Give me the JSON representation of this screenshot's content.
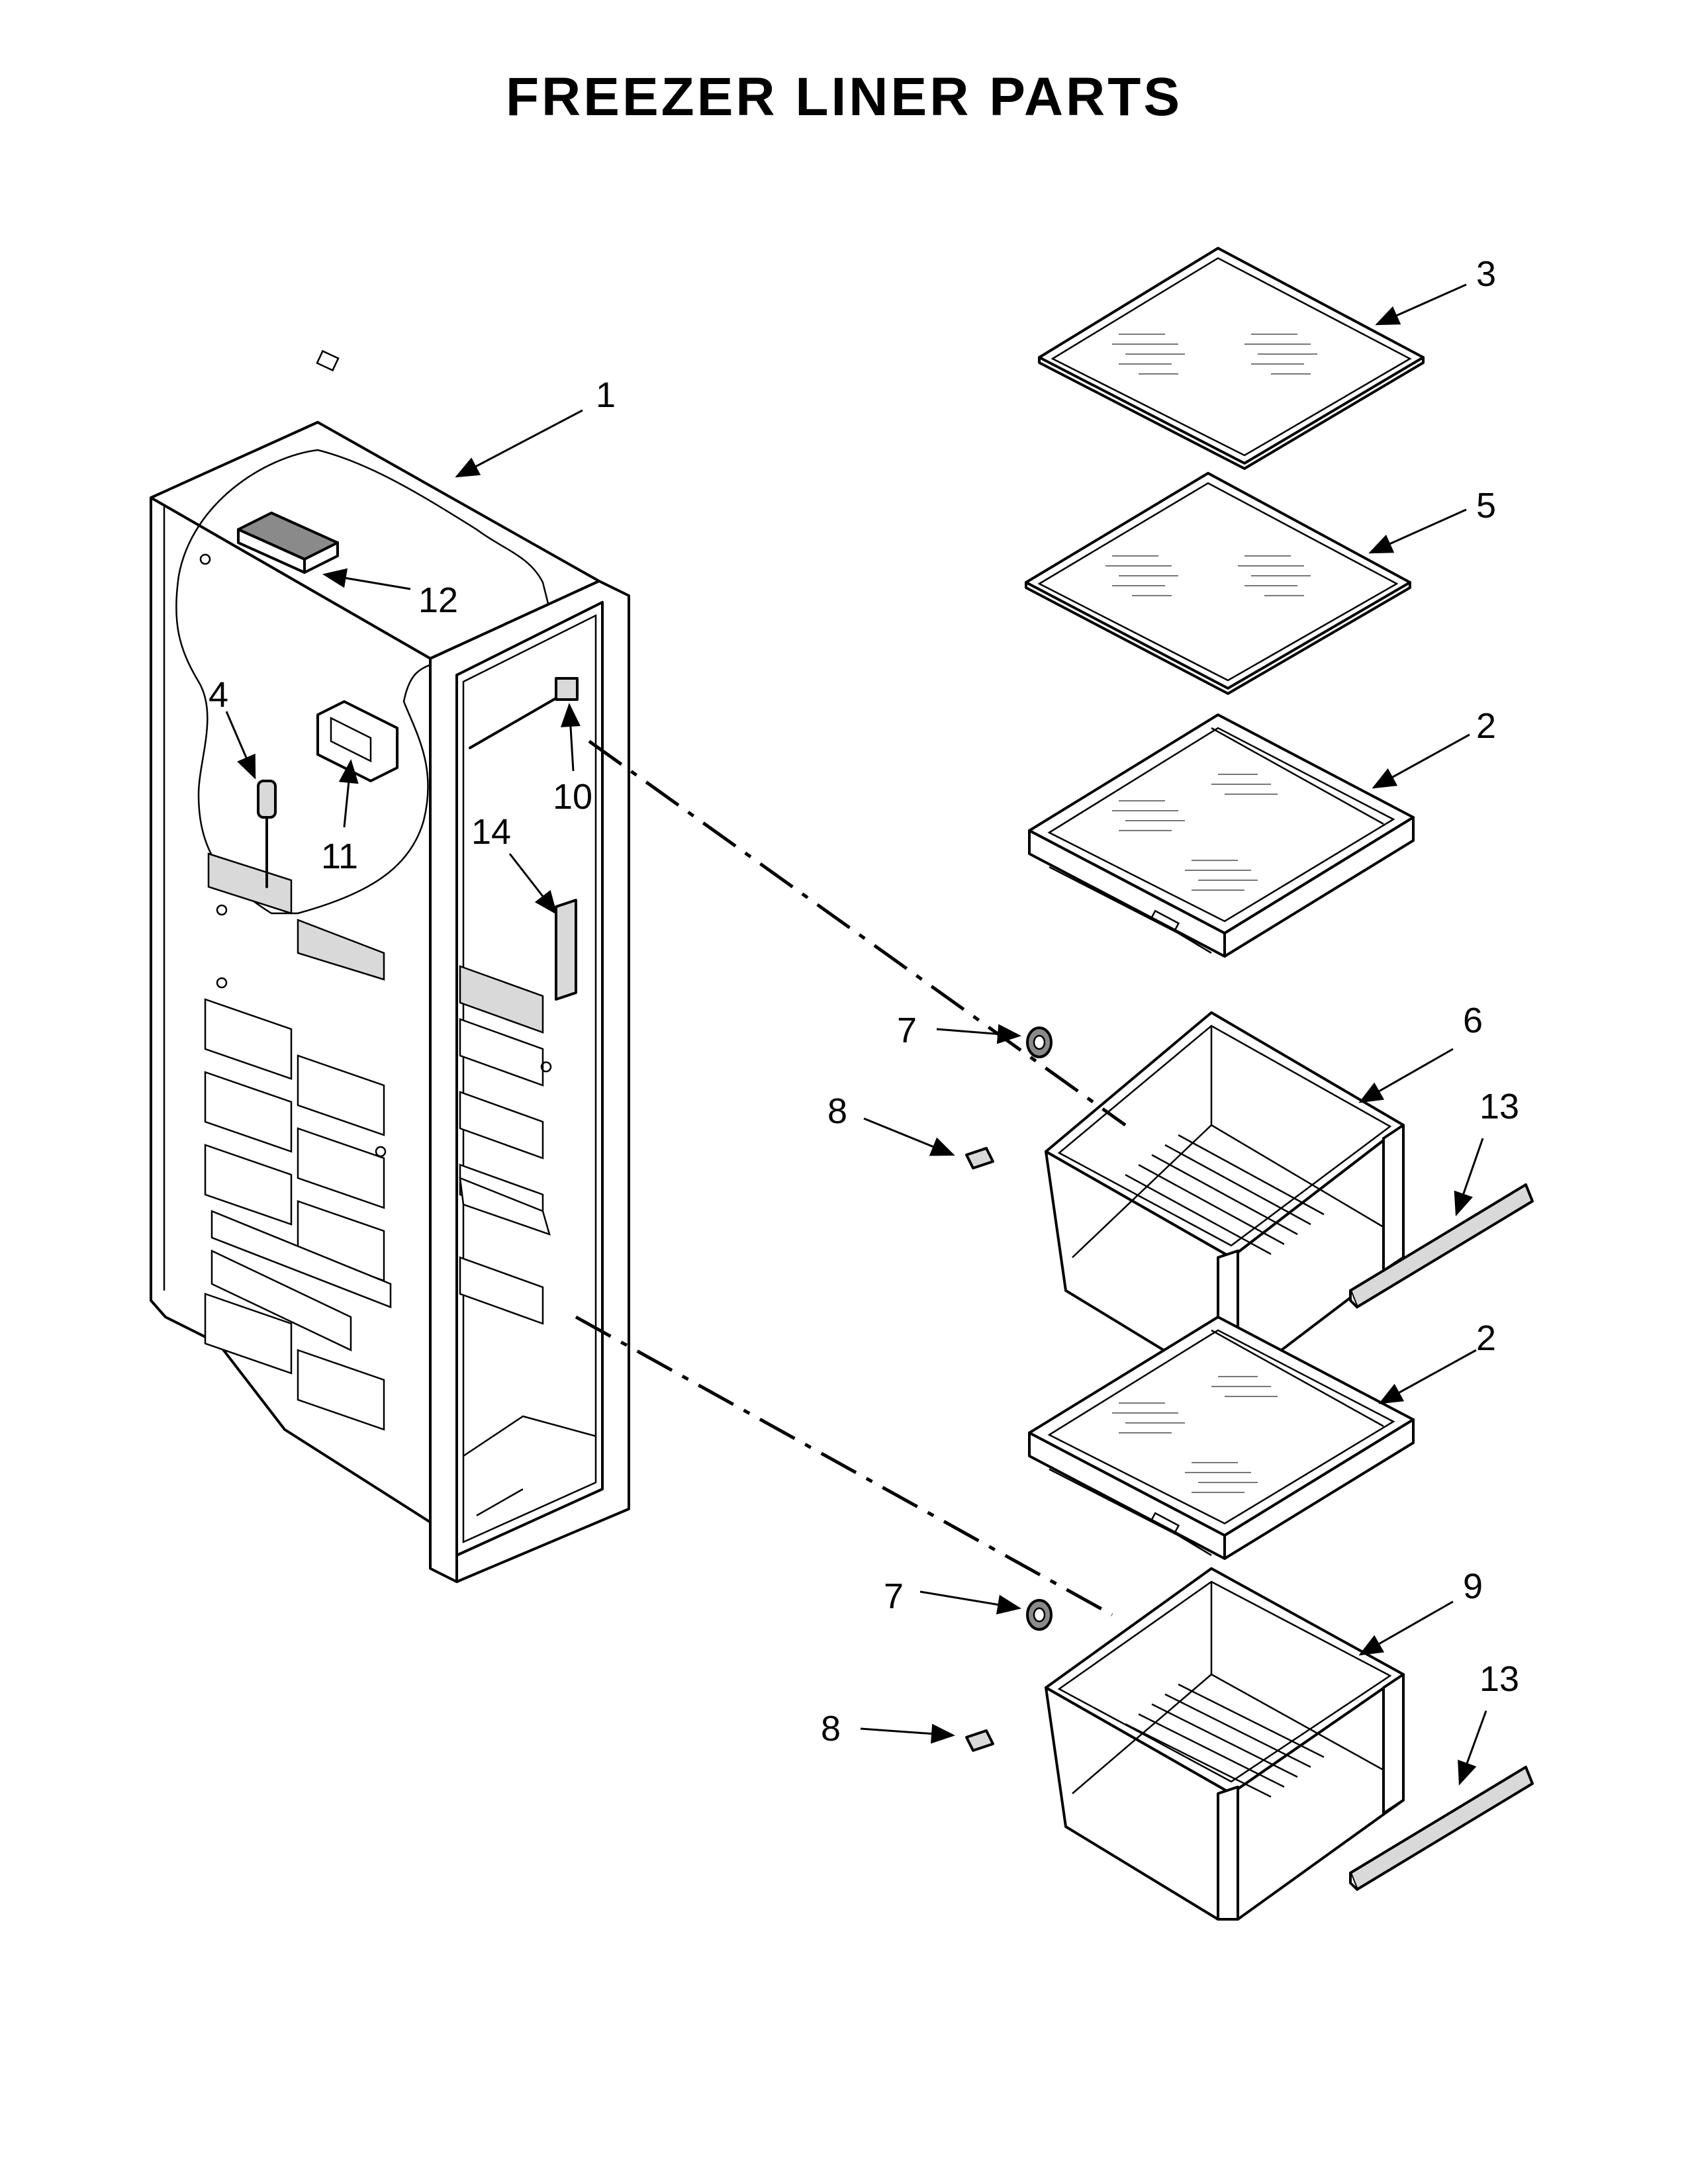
{
  "title": "FREEZER LINER PARTS",
  "callouts": [
    {
      "id": "1",
      "label": "1",
      "part": "liner"
    },
    {
      "id": "12",
      "label": "12",
      "part": "control"
    },
    {
      "id": "4",
      "label": "4",
      "part": "thermistor"
    },
    {
      "id": "11",
      "label": "11",
      "part": "light-housing"
    },
    {
      "id": "10",
      "label": "10",
      "part": "door-switch"
    },
    {
      "id": "14",
      "label": "14",
      "part": "vent-cover"
    },
    {
      "id": "3",
      "label": "3",
      "part": "glass-shelf-top"
    },
    {
      "id": "5",
      "label": "5",
      "part": "glass-shelf-middle"
    },
    {
      "id": "2a",
      "label": "2",
      "part": "shelf-frame-upper"
    },
    {
      "id": "6",
      "label": "6",
      "part": "basket-upper"
    },
    {
      "id": "7a",
      "label": "7",
      "part": "roller-upper"
    },
    {
      "id": "8a",
      "label": "8",
      "part": "stud-upper"
    },
    {
      "id": "13a",
      "label": "13",
      "part": "trim-upper"
    },
    {
      "id": "2b",
      "label": "2",
      "part": "shelf-frame-lower"
    },
    {
      "id": "9",
      "label": "9",
      "part": "basket-lower"
    },
    {
      "id": "7b",
      "label": "7",
      "part": "roller-lower"
    },
    {
      "id": "8b",
      "label": "8",
      "part": "stud-lower"
    },
    {
      "id": "13b",
      "label": "13",
      "part": "trim-lower"
    }
  ]
}
